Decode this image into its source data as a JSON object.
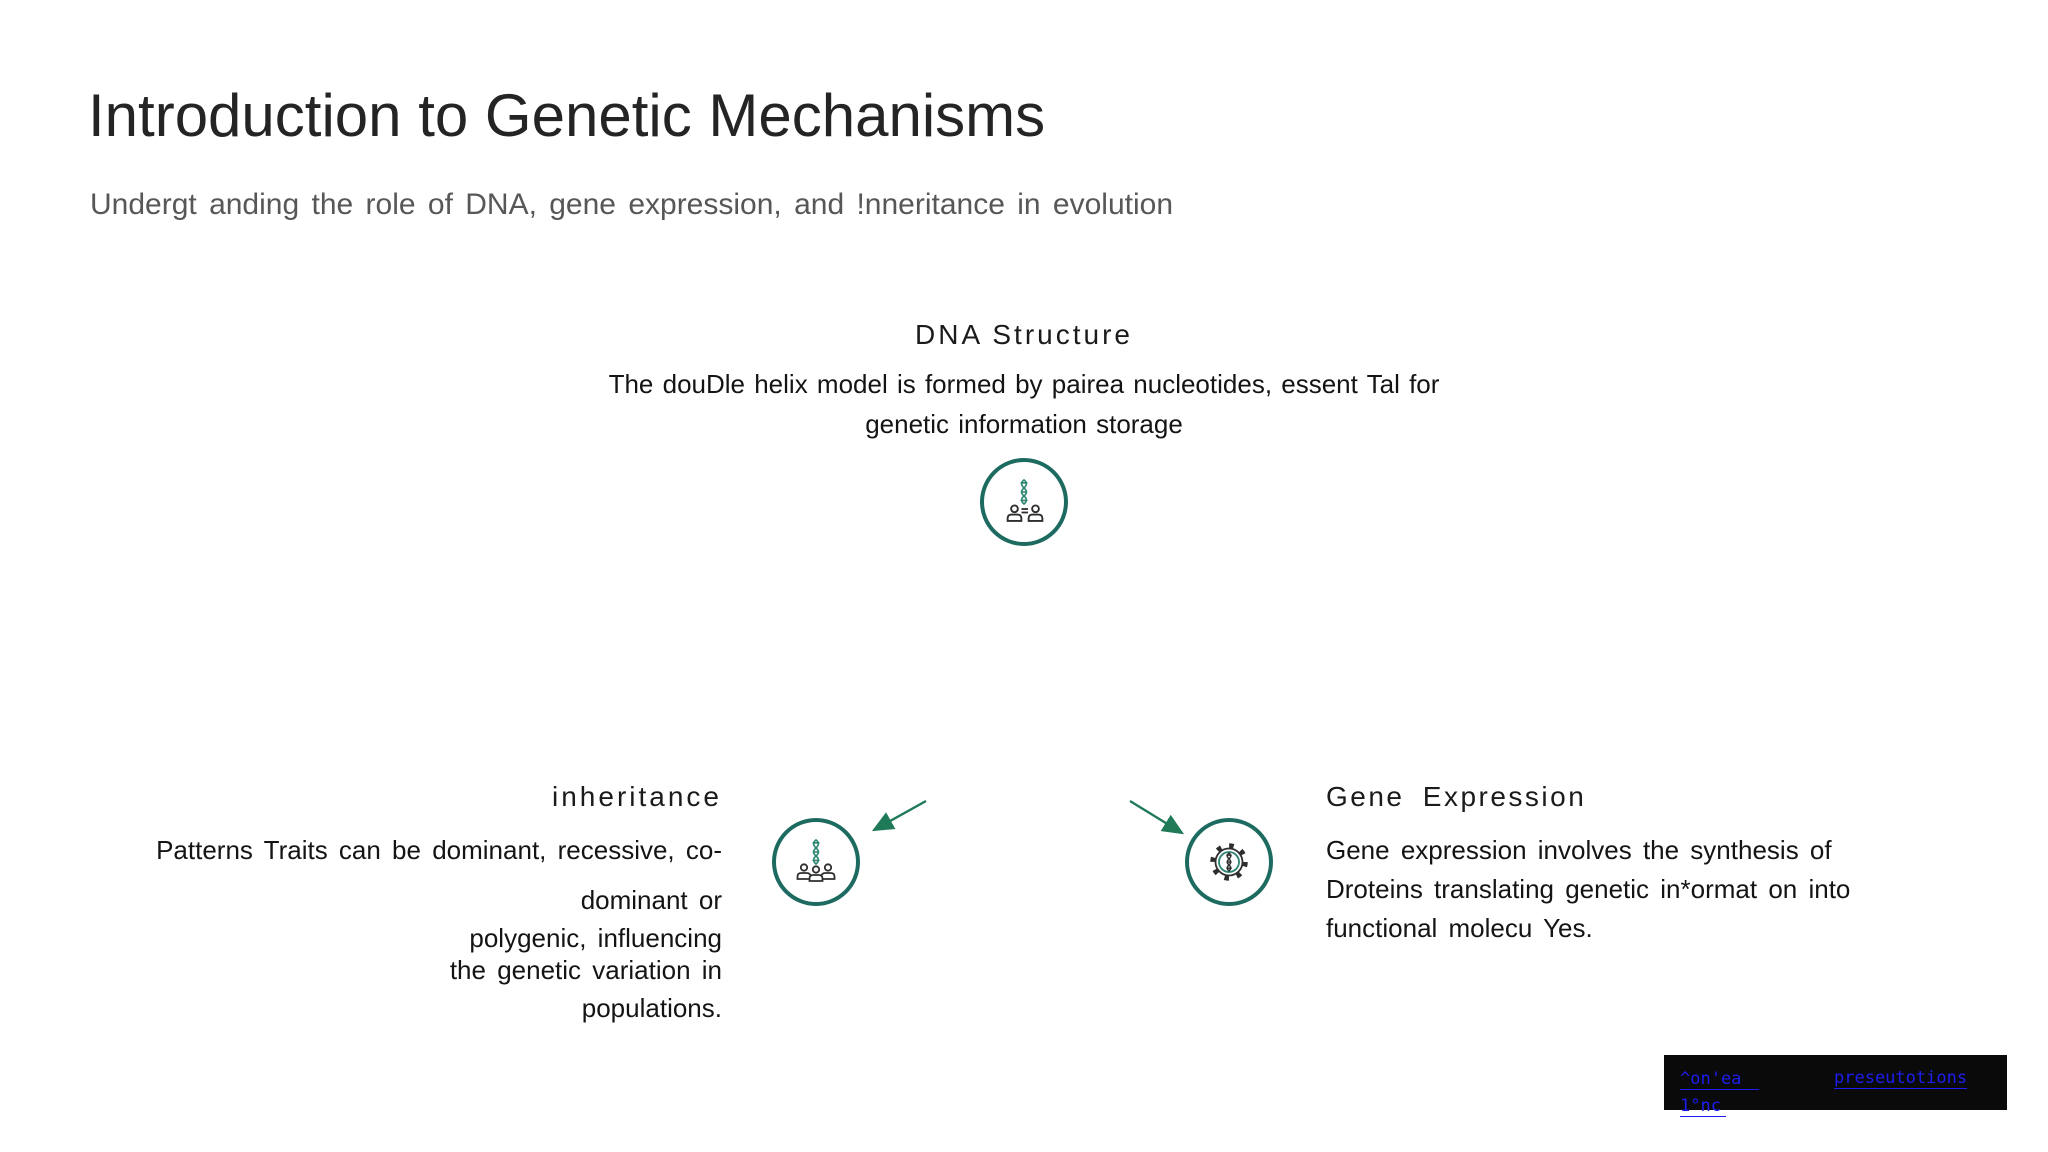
{
  "slide": {
    "title": "Introduction to Genetic Mechanisms",
    "subtitle": "Undergt anding the role of DNA, gene expression, and !nneritance in evolution"
  },
  "sections": {
    "dna_structure": {
      "heading": "DNA Structure",
      "lines": [
        "The douDle helix model is formed by pairea nucleotides, essent Tal for",
        "genetic information storage"
      ],
      "icon": "dna-helix-people-icon"
    },
    "inheritance": {
      "heading": "inheritance",
      "lines": [
        "Patterns Traits can be dominant, recessive, co-",
        "dominant or",
        "polygenic, influencing",
        "the genetic variation in",
        "populations."
      ],
      "icon": "dna-helix-group-icon"
    },
    "gene_expression": {
      "heading": "Gene Expression",
      "lines": [
        "Gene expression involves the synthesis of",
        "Droteins translating genetic in*ormat on into",
        "functional molecu Yes."
      ],
      "icon": "gear-dna-icon"
    }
  },
  "footer": {
    "links": [
      {
        "label": "^on'ea"
      },
      {
        "label": "preseutotions"
      },
      {
        "label": "1°nc"
      }
    ]
  },
  "colors": {
    "accent_teal": "#1D6B60",
    "arrow_green": "#1F7A58",
    "link_blue": "#1D1DF2",
    "footer_bg": "#0A0A0A"
  }
}
